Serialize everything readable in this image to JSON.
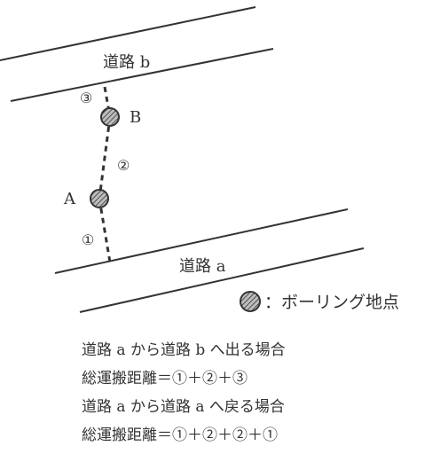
{
  "road_b_label": "道路 b",
  "road_a_label": "道路 a",
  "point_a_label": "A",
  "point_b_label": "B",
  "segment_1_label": "①",
  "segment_2_label": "②",
  "segment_3_label": "③",
  "legend_text": "：ボーリング地点",
  "notes": [
    "道路 a から道路 b へ出る場合",
    "総運搬距離＝①＋②＋③",
    "道路 a から道路 a へ戻る場合",
    "総運搬距離＝①＋②＋②＋①"
  ],
  "colors": {
    "line": "#333333",
    "point_fill": "#8a8a8a"
  }
}
